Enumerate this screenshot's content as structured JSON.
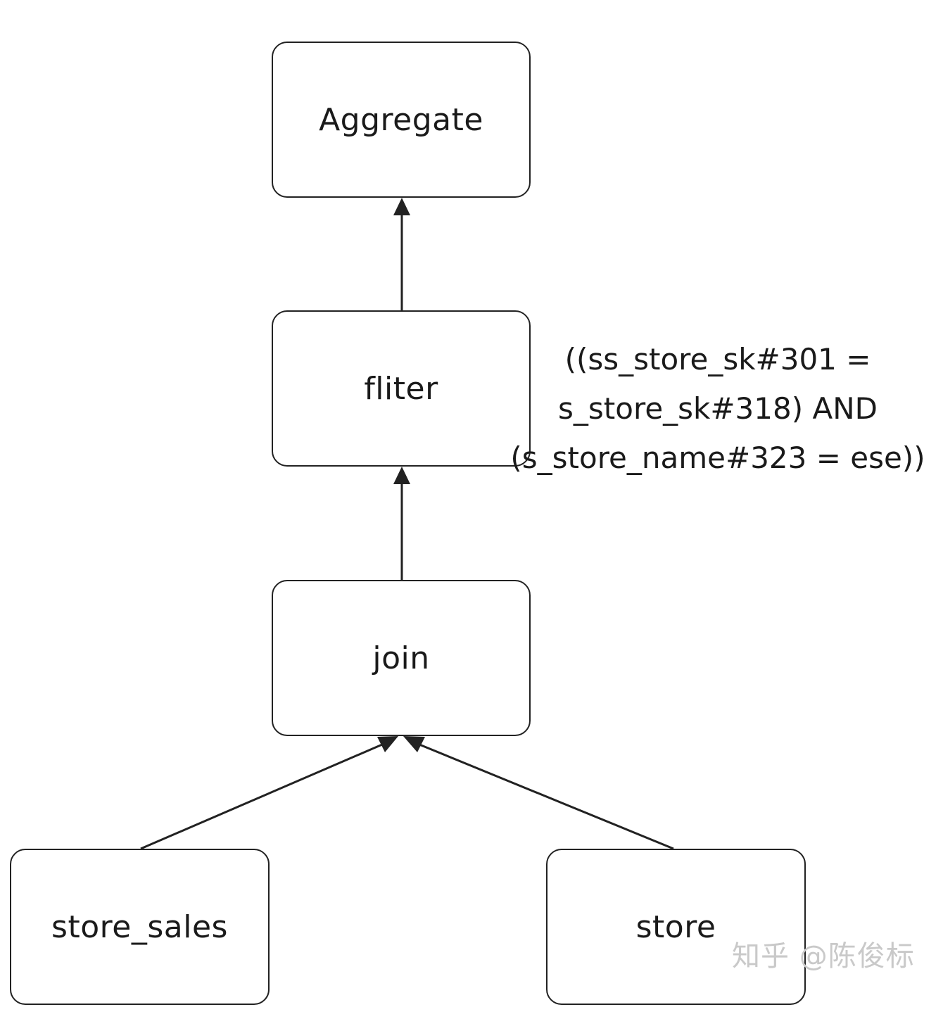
{
  "nodes": {
    "aggregate": "Aggregate",
    "filter": "fliter",
    "join": "join",
    "store_sales": "store_sales",
    "store": "store"
  },
  "filter_condition": {
    "line1": "((ss_store_sk#301 =",
    "line2": "s_store_sk#318) AND",
    "line3": "(s_store_name#323 = ese))"
  },
  "watermark": "知乎 @陈俊标",
  "colors": {
    "stroke": "#222222",
    "background": "#ffffff",
    "watermark": "#c9c9c9"
  }
}
